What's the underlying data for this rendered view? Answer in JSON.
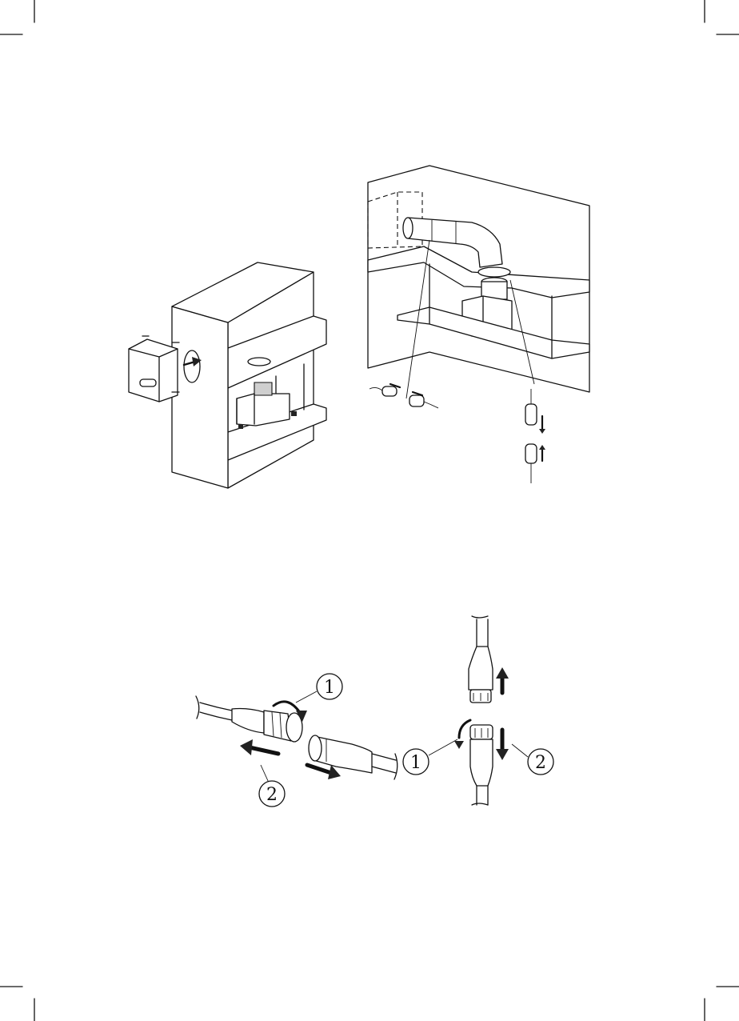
{
  "step_labels": {
    "left_one": "1",
    "left_two": "2",
    "right_one": "1",
    "right_two": "2"
  },
  "icons": [
    "crop-mark",
    "arrow-icon",
    "rotate-arrow-icon",
    "numbered-circle"
  ]
}
